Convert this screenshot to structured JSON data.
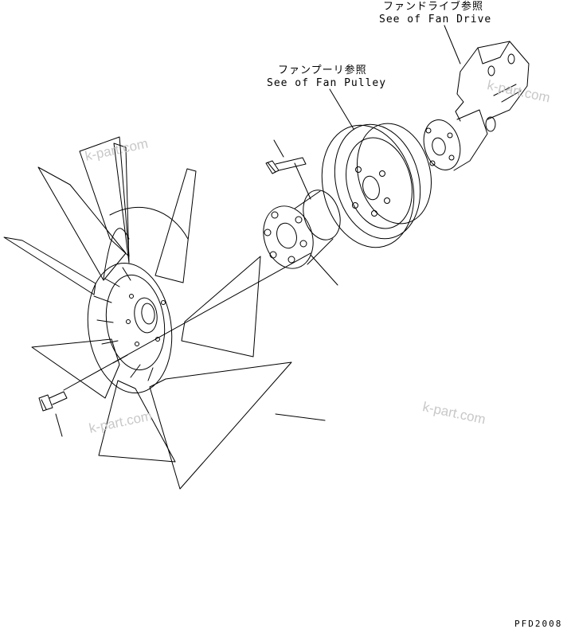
{
  "labels": {
    "fan_drive_jp": "ファンドライブ参照",
    "fan_drive_en": "See of Fan Drive",
    "fan_pulley_jp": "ファンプーリ参照",
    "fan_pulley_en": "See of Fan Pulley"
  },
  "watermark": "k-part.com",
  "figure_code": "PFD2008",
  "colors": {
    "line": "#000000",
    "watermark": "#c8c8c8",
    "background": "#ffffff"
  }
}
